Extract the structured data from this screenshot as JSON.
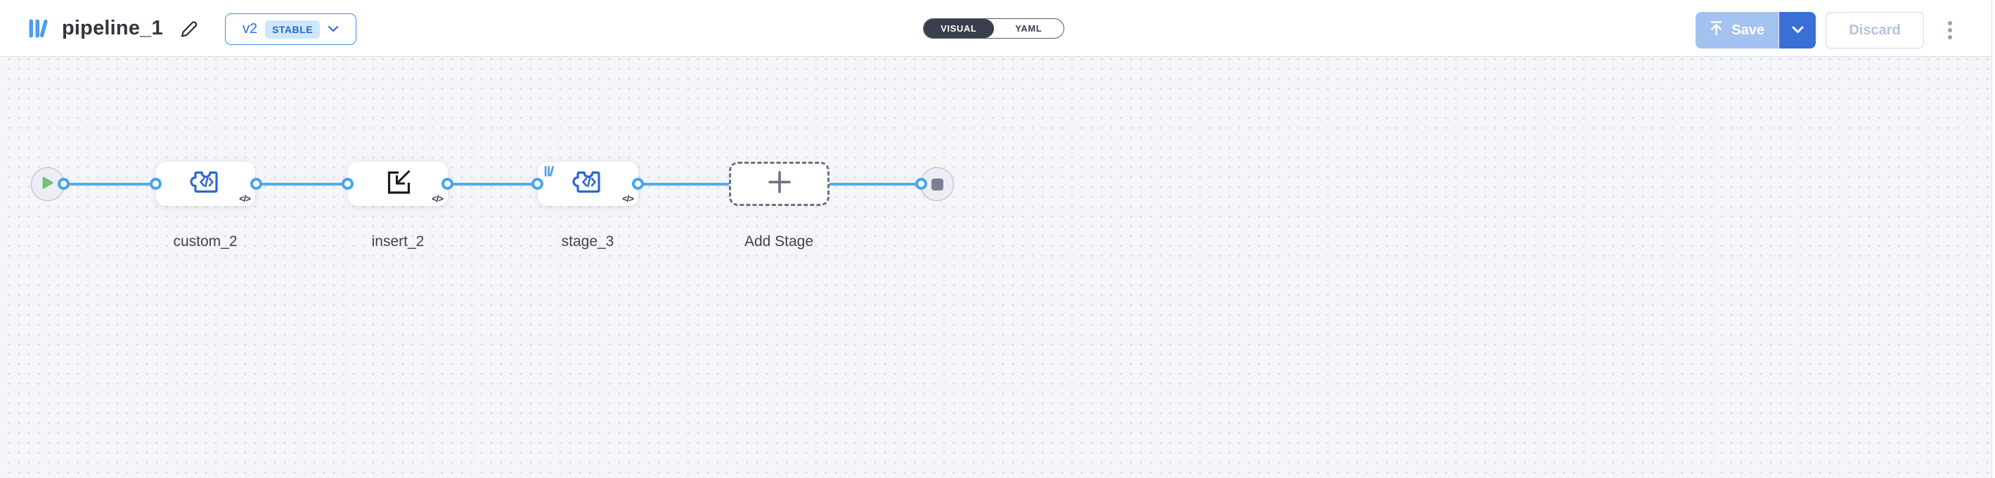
{
  "header": {
    "title": "pipeline_1",
    "version": {
      "label": "v2",
      "badge": "STABLE"
    },
    "mode_toggle": {
      "visual": "VISUAL",
      "yaml": "YAML",
      "selected": "VISUAL"
    },
    "save_label": "Save",
    "discard_label": "Discard"
  },
  "canvas": {
    "stages": [
      {
        "label": "custom_2",
        "icon": "puzzle-code-icon"
      },
      {
        "label": "insert_2",
        "icon": "import-icon"
      },
      {
        "label": "stage_3",
        "icon": "puzzle-code-icon",
        "badge_icon": "brand-logo-icon"
      },
      {
        "label": "Add Stage",
        "icon": "plus-icon"
      }
    ],
    "code_badge": "</>",
    "start_node": "start",
    "end_node": "end"
  },
  "colors": {
    "accent_blue": "#2a6ce1",
    "puzzle_blue": "#2b66cf",
    "edge_blue": "#53abeb",
    "save_disabled_bg": "#a3c2ef",
    "save_dropdown_bg": "#3a6fd8",
    "stable_badge_bg": "#cfe7fc",
    "stable_badge_text": "#1e6ace",
    "toggle_dark": "#3a3f4d",
    "canvas_bg": "#f5f6fa",
    "play_green": "#72c175",
    "stop_gray": "#7a8094"
  }
}
